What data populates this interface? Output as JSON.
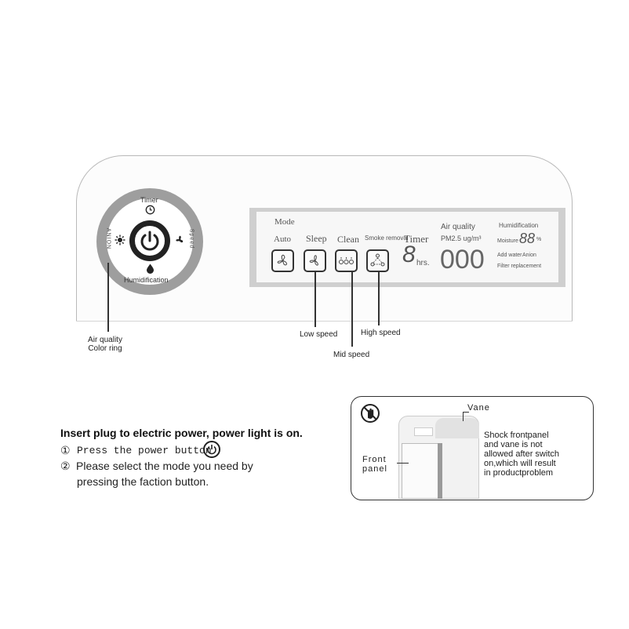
{
  "ring": {
    "timer_label": "Timer",
    "speed_label": "Speed",
    "humidification_label": "Humidification",
    "anion_label": "ANION"
  },
  "display": {
    "mode_label": "Mode",
    "modes": [
      "Auto",
      "Sleep",
      "Clean",
      "Smoke removal"
    ],
    "timer_label": "Timer",
    "timer_value": "8",
    "timer_unit": "hrs.",
    "air_quality_label": "Air quality",
    "pm_label": "PM2.5 ug/m³",
    "pm_value": "000",
    "humidification_label": "Humidification",
    "moisture_label": "Moisture",
    "moisture_value": "88",
    "moisture_unit": "%",
    "add_water_label": "Add water",
    "anion_label": "Anion",
    "filter_label": "Filter replacement"
  },
  "callouts": {
    "ring_line1": "Air quality",
    "ring_line2": "Color ring",
    "low_speed": "Low speed",
    "mid_speed": "Mid speed",
    "high_speed": "High speed"
  },
  "instructions": {
    "title": "Insert plug to electric power, power light is on.",
    "step1_marker": "①",
    "step1_text": "Press the power button",
    "step2_marker": "②",
    "step2_line1": "Please select the mode you need by",
    "step2_line2": "pressing the faction button."
  },
  "warning": {
    "vane_label": "Vane",
    "front_line1": "Front",
    "front_line2": "panel",
    "text_lines": [
      "Shock frontpanel",
      "and vane is not",
      "allowed after switch",
      "on,which will result",
      "in productproblem"
    ]
  },
  "colors": {
    "ring": "#9e9e9e",
    "panel_frame": "#cfcfcf",
    "line": "#333333"
  }
}
